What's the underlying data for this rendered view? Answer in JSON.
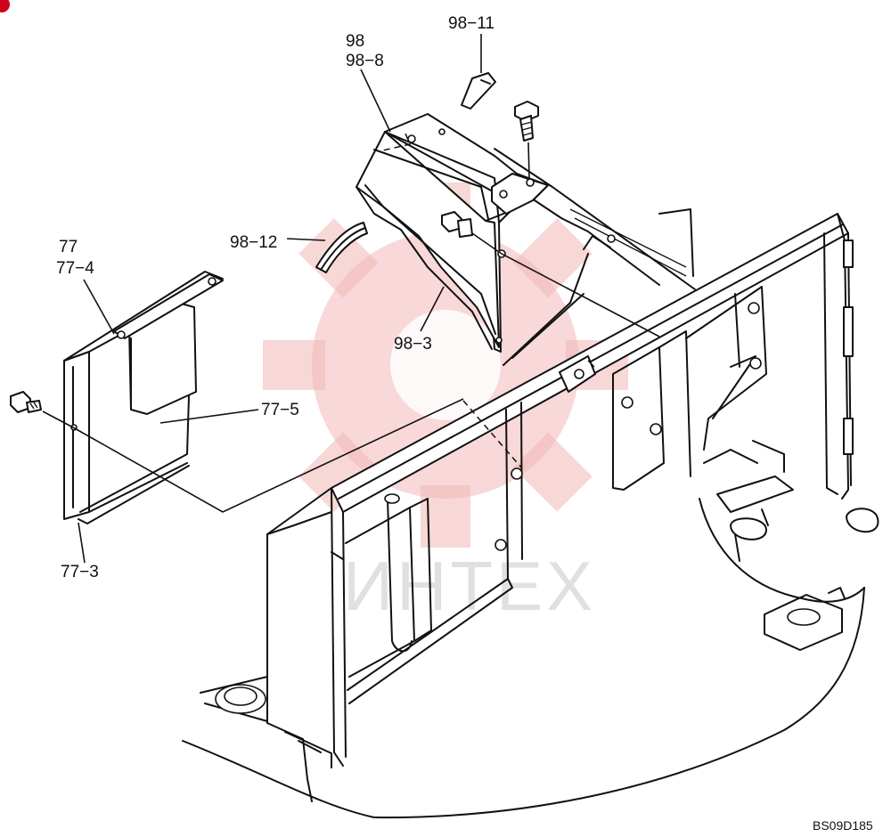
{
  "diagram": {
    "part_labels": {
      "p98_11": "98−11",
      "p98": "98",
      "p98_8": "98−8",
      "p98_12": "98−12",
      "p98_3": "98−3",
      "p77": "77",
      "p77_4": "77−4",
      "p77_5": "77−5",
      "p77_3": "77−3"
    },
    "drawing_code": "BS09D185",
    "watermark_text": "ИНТЕХ",
    "colors": {
      "line": "#111111",
      "watermark": "#f3b8b8",
      "corner_mark": "#d0021b"
    }
  }
}
